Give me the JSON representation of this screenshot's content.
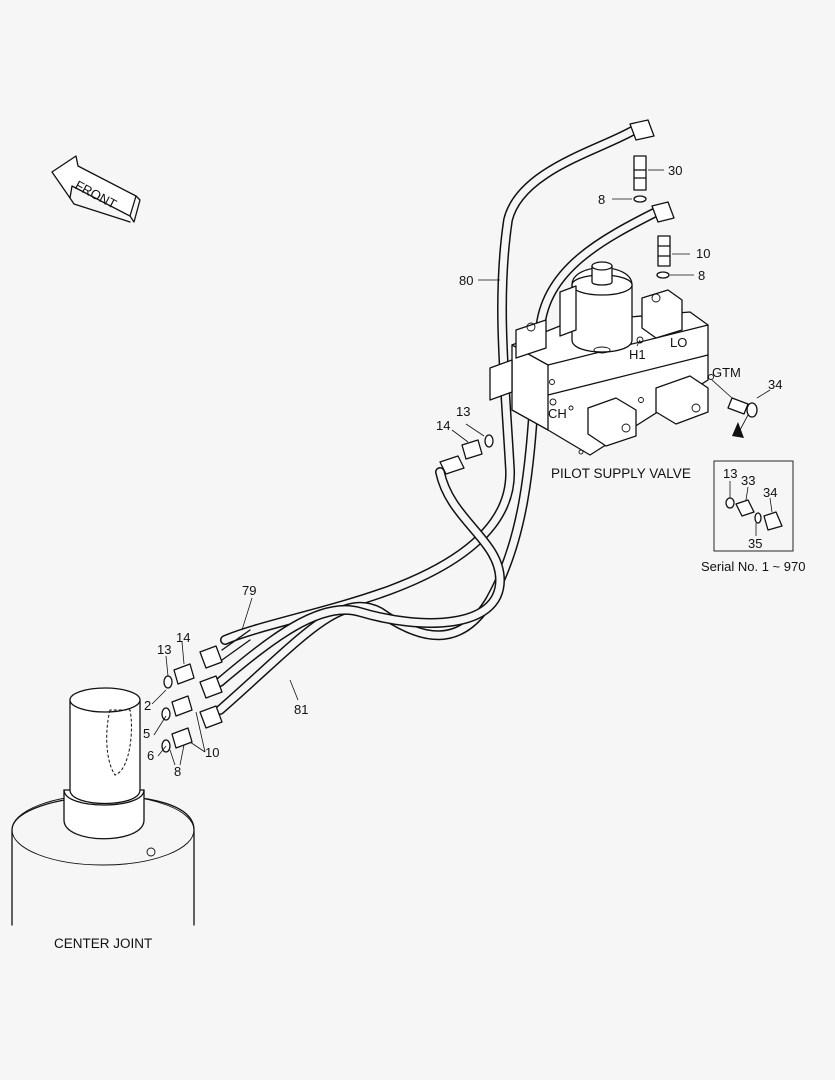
{
  "front_label": "FRONT",
  "titles": {
    "pilot_supply_valve": "PILOT SUPPLY VALVE",
    "center_joint": "CENTER JOINT",
    "serial_note": "Serial No. 1 ~ 970"
  },
  "ports": {
    "h1": "H1",
    "lo": "LO",
    "gtm": "GTM",
    "ch": "CH"
  },
  "callouts": {
    "c30": "30",
    "c8a": "8",
    "c10a": "10",
    "c8b": "8",
    "c80": "80",
    "c34": "34",
    "c13a": "13",
    "c14a": "14",
    "c13d": "13",
    "c33d": "33",
    "c34d": "34",
    "c35d": "35",
    "c79": "79",
    "c14b": "14",
    "c13b": "13",
    "c2": "2",
    "c5": "5",
    "c6": "6",
    "c8c": "8",
    "c10b": "10",
    "c81": "81"
  }
}
